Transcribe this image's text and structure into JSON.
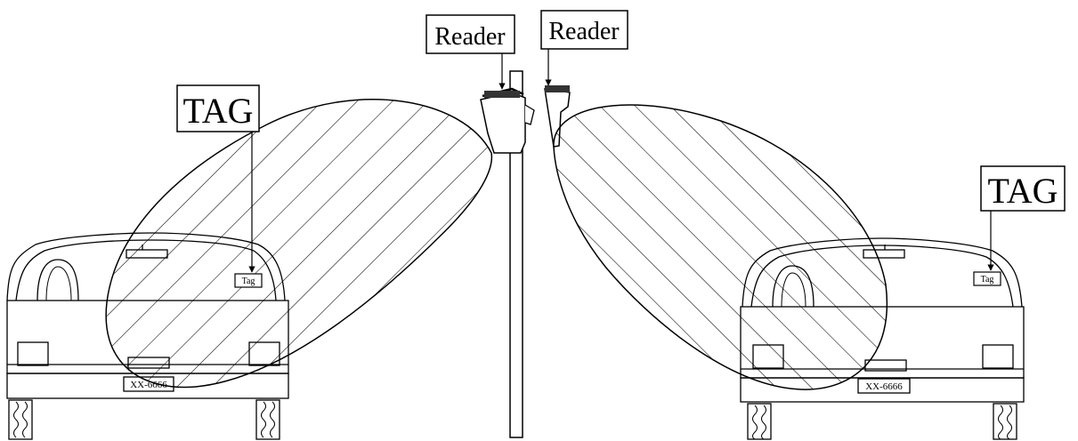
{
  "labels": {
    "reader_left": "Reader",
    "reader_right": "Reader",
    "tag_left": "TAG",
    "tag_right": "TAG",
    "tag_small_left": "Tag",
    "tag_small_right": "Tag"
  },
  "plates": {
    "left": "XX-6666",
    "right": "XX-6666"
  },
  "colors": {
    "line": "#000000",
    "background": "#ffffff"
  }
}
